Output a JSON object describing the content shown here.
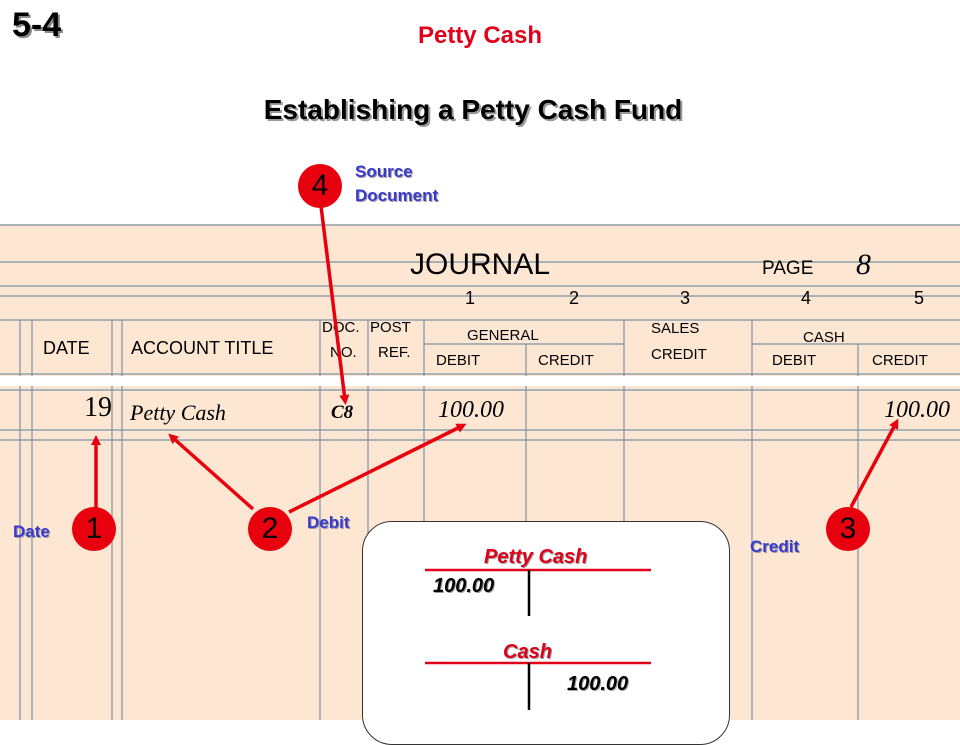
{
  "header": {
    "slide_number": "5-4",
    "topic": "Petty Cash",
    "title": "Establishing a Petty Cash Fund"
  },
  "callouts": {
    "source_document_line1": "Source",
    "source_document_line2": "Document",
    "date": "Date",
    "debit": "Debit",
    "credit": "Credit",
    "steps": [
      "1",
      "2",
      "3",
      "4"
    ]
  },
  "journal": {
    "title": "JOURNAL",
    "page_label": "PAGE",
    "page_number": "8",
    "column_numbers": [
      "1",
      "2",
      "3",
      "4",
      "5"
    ],
    "headers": {
      "date": "DATE",
      "account_title": "ACCOUNT TITLE",
      "doc_line1": "DOC.",
      "doc_line2": "NO.",
      "post_line1": "POST",
      "post_line2": "REF.",
      "general": "GENERAL",
      "general_debit": "DEBIT",
      "general_credit": "CREDIT",
      "sales_line1": "SALES",
      "sales_line2": "CREDIT",
      "cash": "CASH",
      "cash_debit": "DEBIT",
      "cash_credit": "CREDIT"
    },
    "entry": {
      "year": "19",
      "account_title": "Petty Cash",
      "doc_no": "C8",
      "general_debit": "100.00",
      "cash_credit": "100.00"
    }
  },
  "t_accounts": [
    {
      "title": "Petty Cash",
      "debit": "100.00",
      "credit": ""
    },
    {
      "title": "Cash",
      "debit": "",
      "credit": "100.00"
    }
  ],
  "colors": {
    "journal_background": "#fde6d2",
    "grid_lines": "#7a93a8",
    "accent_red": "#e0001a",
    "label_blue": "#3a3acc"
  }
}
